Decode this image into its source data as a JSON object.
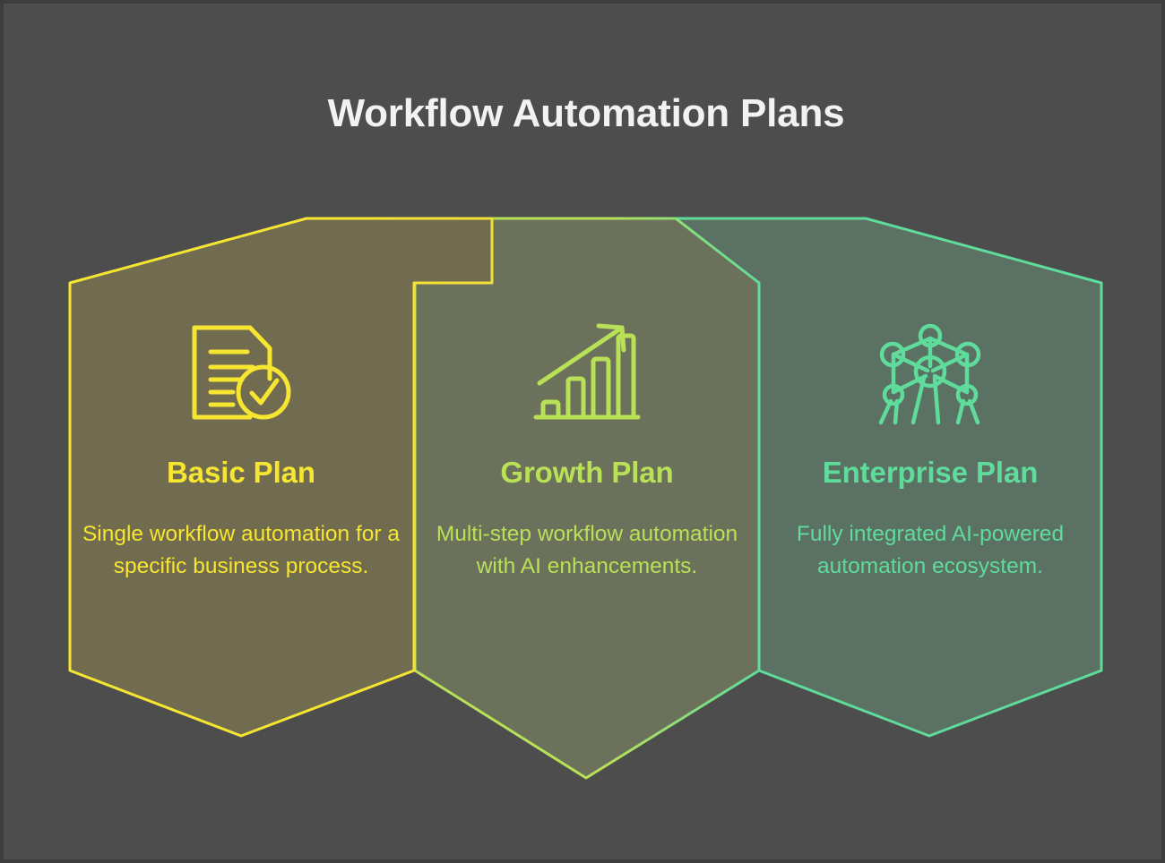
{
  "page": {
    "title": "Workflow Automation Plans",
    "background_color": "#4d4d4d",
    "title_color": "#f2f2f2"
  },
  "cards": [
    {
      "id": "basic",
      "title": "Basic Plan",
      "description": "Single workflow automation for a specific business process.",
      "icon": "document-check-icon",
      "accent_color": "#f6e531",
      "fill_color": "#716c4f"
    },
    {
      "id": "growth",
      "title": "Growth Plan",
      "description": "Multi-step workflow automation with AI enhancements.",
      "icon": "bar-chart-growth-icon",
      "accent_color": "#b9e157",
      "fill_color": "#6b715a"
    },
    {
      "id": "enterprise",
      "title": "Enterprise Plan",
      "description": "Fully integrated AI-powered automation ecosystem.",
      "icon": "network-nodes-icon",
      "accent_color": "#5fdc9b",
      "fill_color": "#5b7163"
    }
  ]
}
